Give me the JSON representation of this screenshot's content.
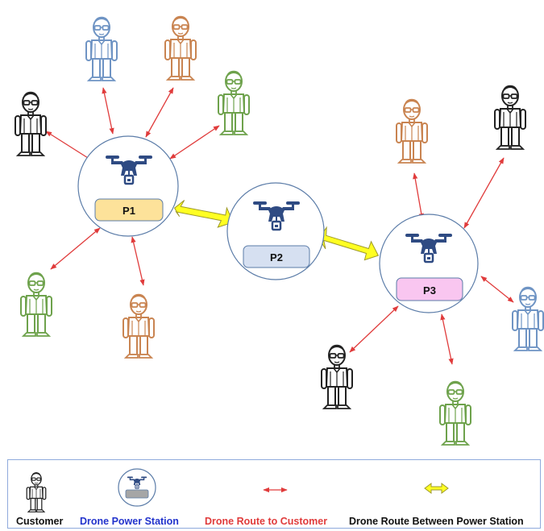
{
  "stations": [
    {
      "id": "p1",
      "label": "P1",
      "fill": "#fde29a"
    },
    {
      "id": "p2",
      "label": "P2",
      "fill": "#d6e0f1"
    },
    {
      "id": "p3",
      "label": "P3",
      "fill": "#f9c6f0"
    }
  ],
  "customer_colors": {
    "black": "#222222",
    "blue": "#6f94c4",
    "orange": "#c98451",
    "green": "#6ea24c"
  },
  "colors": {
    "circle_stroke": "#5b7ca8",
    "drone": "#2f4b83",
    "customer_route": "#e03b3b",
    "station_route_fill": "#ffff22",
    "station_route_stroke": "#9e9a2a",
    "legend_border": "#8faadc"
  },
  "legend": {
    "customer": {
      "label": "Customer",
      "color": "#111111"
    },
    "station": {
      "label": "Drone Power Station",
      "color": "#2233cc"
    },
    "customer_route": {
      "label": "Drone Route to Customer",
      "color": "#e03b3b"
    },
    "station_route": {
      "label": "Drone Route Between Power Station",
      "color": "#111111"
    }
  }
}
